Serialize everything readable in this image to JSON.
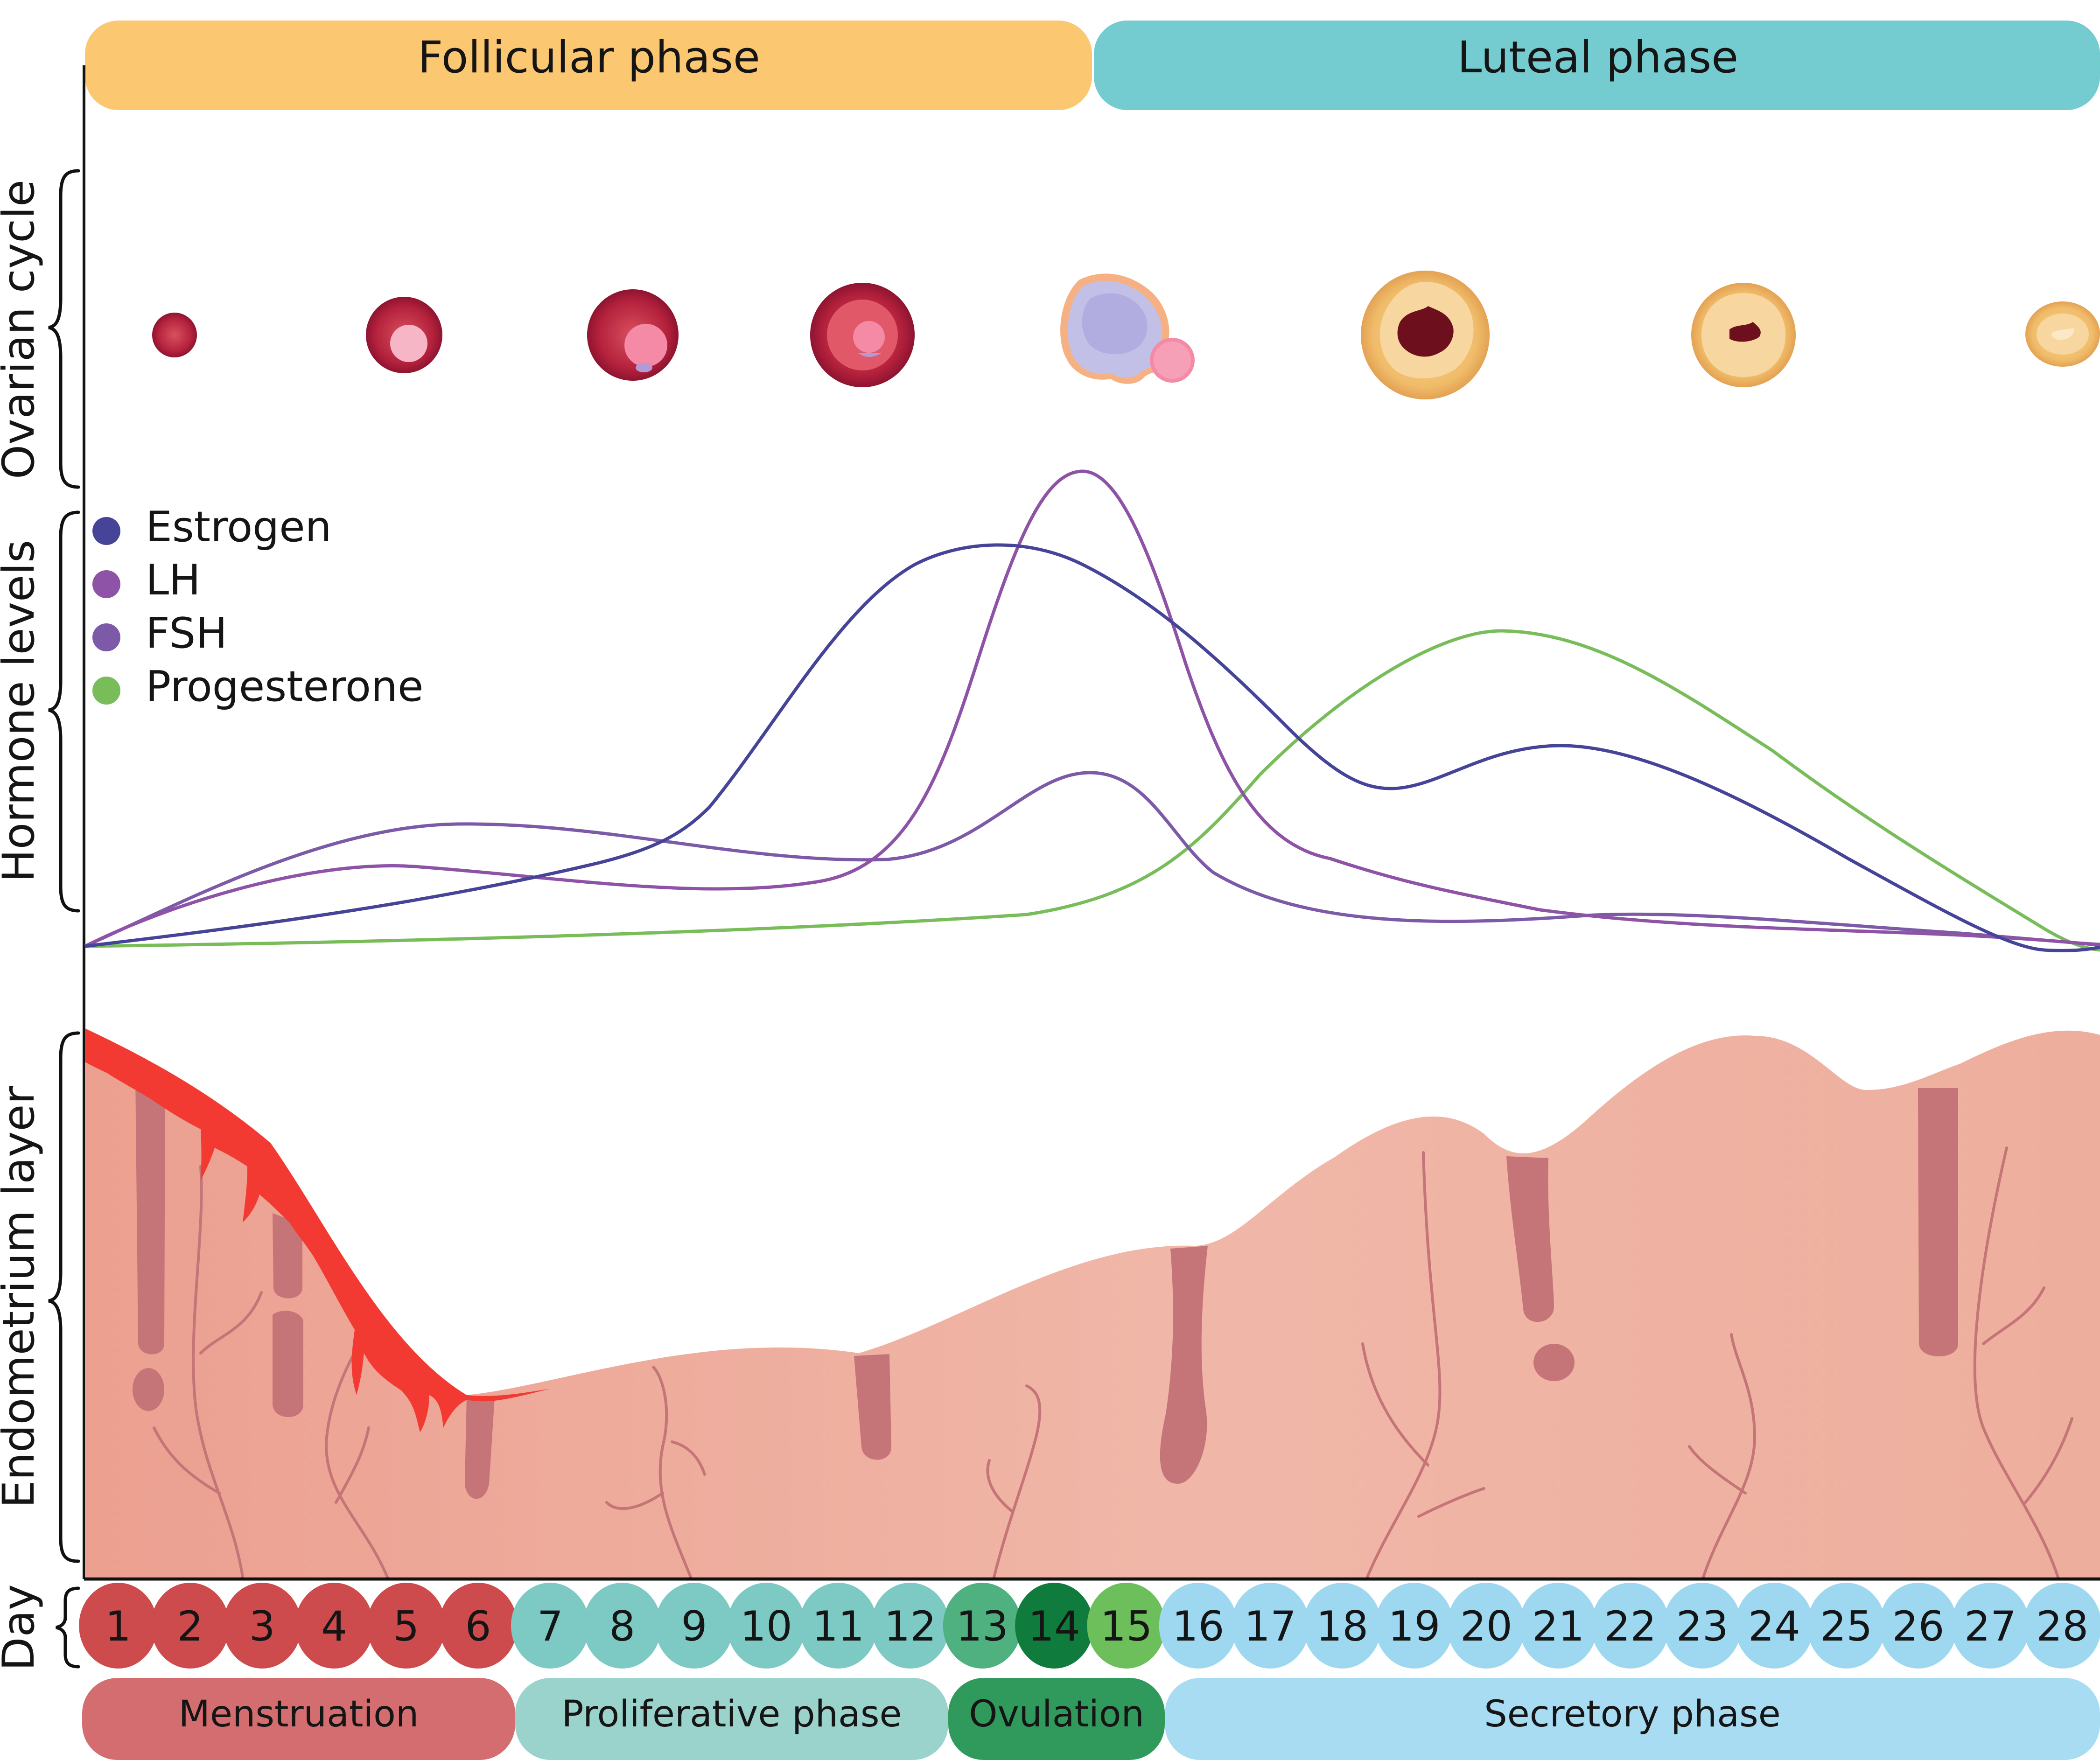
{
  "phases": [
    {
      "label": "Follicular phase",
      "color": "#fcc771"
    },
    {
      "label": "Luteal phase",
      "color": "#74cbd0"
    }
  ],
  "side_labels": {
    "ovarian": "Ovarian cycle",
    "hormone": "Hormone levels",
    "endometrium": "Endometrium layer",
    "day": "Day"
  },
  "legend": [
    {
      "label": "Estrogen",
      "color": "#454499"
    },
    {
      "label": "LH",
      "color": "#8e53a6"
    },
    {
      "label": "FSH",
      "color": "#7d5aa8"
    },
    {
      "label": "Progesterone",
      "color": "#79bd5b"
    }
  ],
  "days": [
    "1",
    "2",
    "3",
    "4",
    "5",
    "6",
    "7",
    "8",
    "9",
    "10",
    "11",
    "12",
    "13",
    "14",
    "15",
    "16",
    "17",
    "18",
    "19",
    "20",
    "21",
    "22",
    "23",
    "24",
    "25",
    "26",
    "27",
    "28"
  ],
  "day_colors": {
    "menstruation": "#cd4b4d",
    "proliferative": "#7dcac4",
    "ovulation_early": "#4fb180",
    "ovulation_peak": "#0f7c3d",
    "ovulation_late": "#6dbf5b",
    "secretory": "#9ed8f0"
  },
  "uterine_phases": [
    {
      "label": "Menstruation",
      "color": "#d46d6f"
    },
    {
      "label": "Proliferative phase",
      "color": "#9ad3cc"
    },
    {
      "label": "Ovulation",
      "color": "#2f9a5c"
    },
    {
      "label": "Secretory phase",
      "color": "#a7dcf2"
    }
  ],
  "colors": {
    "endometrium": "#efb2a0",
    "blood": "#f23a33",
    "gland": "#c57478",
    "axis": "#111111"
  }
}
